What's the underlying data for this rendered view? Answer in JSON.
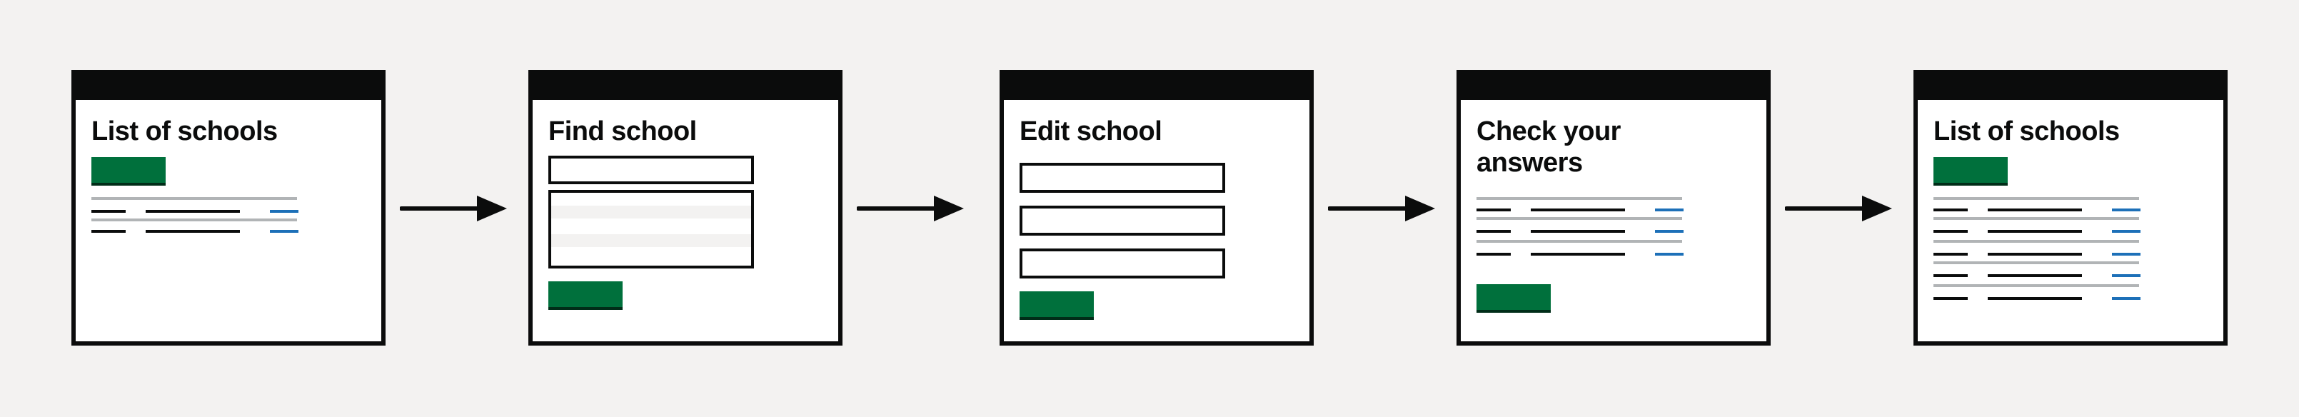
{
  "diagram": {
    "screens": [
      {
        "title": "List of schools"
      },
      {
        "title": "Find school"
      },
      {
        "title": "Edit school"
      },
      {
        "title": "Check your answers"
      },
      {
        "title": "List of schools"
      }
    ]
  },
  "colors": {
    "background": "#f3f2f1",
    "ink": "#0b0c0c",
    "green_button": "#00703c",
    "link_blue": "#1d70b8",
    "divider_grey": "#b1b4b6"
  },
  "icons": {
    "arrow": "right-arrow-icon"
  }
}
